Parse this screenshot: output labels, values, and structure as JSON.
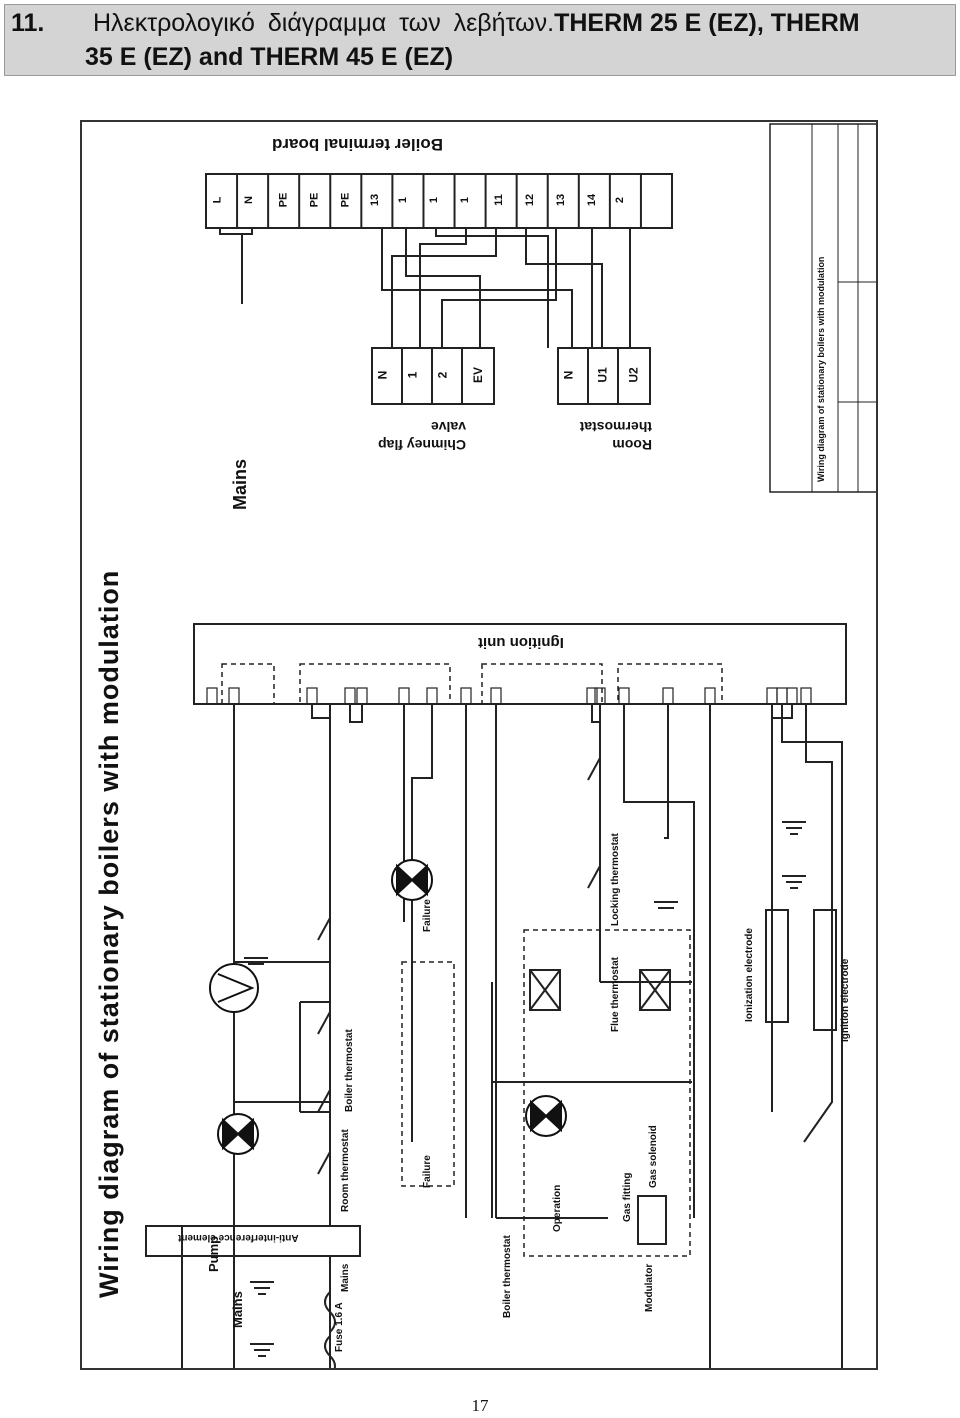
{
  "header": {
    "number": "11.",
    "line1_greek": "Ηλεκτρολογικό διάγραμμα των λεβήτων.",
    "line1_models": "THERM 25 E (EZ), THERM",
    "line2": "35 E (EZ) and THERM 45 E (EZ)"
  },
  "diagram": {
    "title": "Wiring diagram of stationary boilers with modulation",
    "labels": {
      "mains_supply": "Mains",
      "boiler_terminal_board": "Boiler terminal board",
      "chimney_flap_valve": "Chimney flap valve",
      "room_thermostat_ext": "Room thermostat",
      "ignition_unit": "Ignition unit",
      "anti_interference": "Anti-interference element",
      "fuse": "Fuse 1.6 A",
      "mains_lamp": "Mains",
      "mains_switch": "Mains",
      "pump": "Pump",
      "room_thermostat": "Room thermostat",
      "boiler_thermostat_1": "Boiler thermostat",
      "failure_lamp": "Failure",
      "failure_button": "Failure",
      "boiler_thermostat_2": "Boiler thermostat",
      "operation": "Operation",
      "gas_fitting": "Gas fitting",
      "modulator": "Modulator",
      "gas_solenoid": "Gas solenoid",
      "flue_thermostat": "Flue thermostat",
      "locking_thermostat": "Locking thermostat",
      "ionization_electrode": "Ionization electrode",
      "ignition_electrode": "Ignition electrode"
    },
    "terminal_board": [
      "L",
      "N",
      "PE",
      "PE",
      "PE",
      "13",
      "1",
      "1",
      "1",
      "11",
      "12",
      "13",
      "14",
      "2",
      ""
    ],
    "chimney_terminals": [
      "N",
      "1",
      "2",
      "EV"
    ],
    "room_terminals": [
      "N",
      "U1",
      "U2"
    ],
    "title_block": "Wiring diagram of stationary boilers with modulation"
  },
  "page": {
    "number": "17"
  }
}
